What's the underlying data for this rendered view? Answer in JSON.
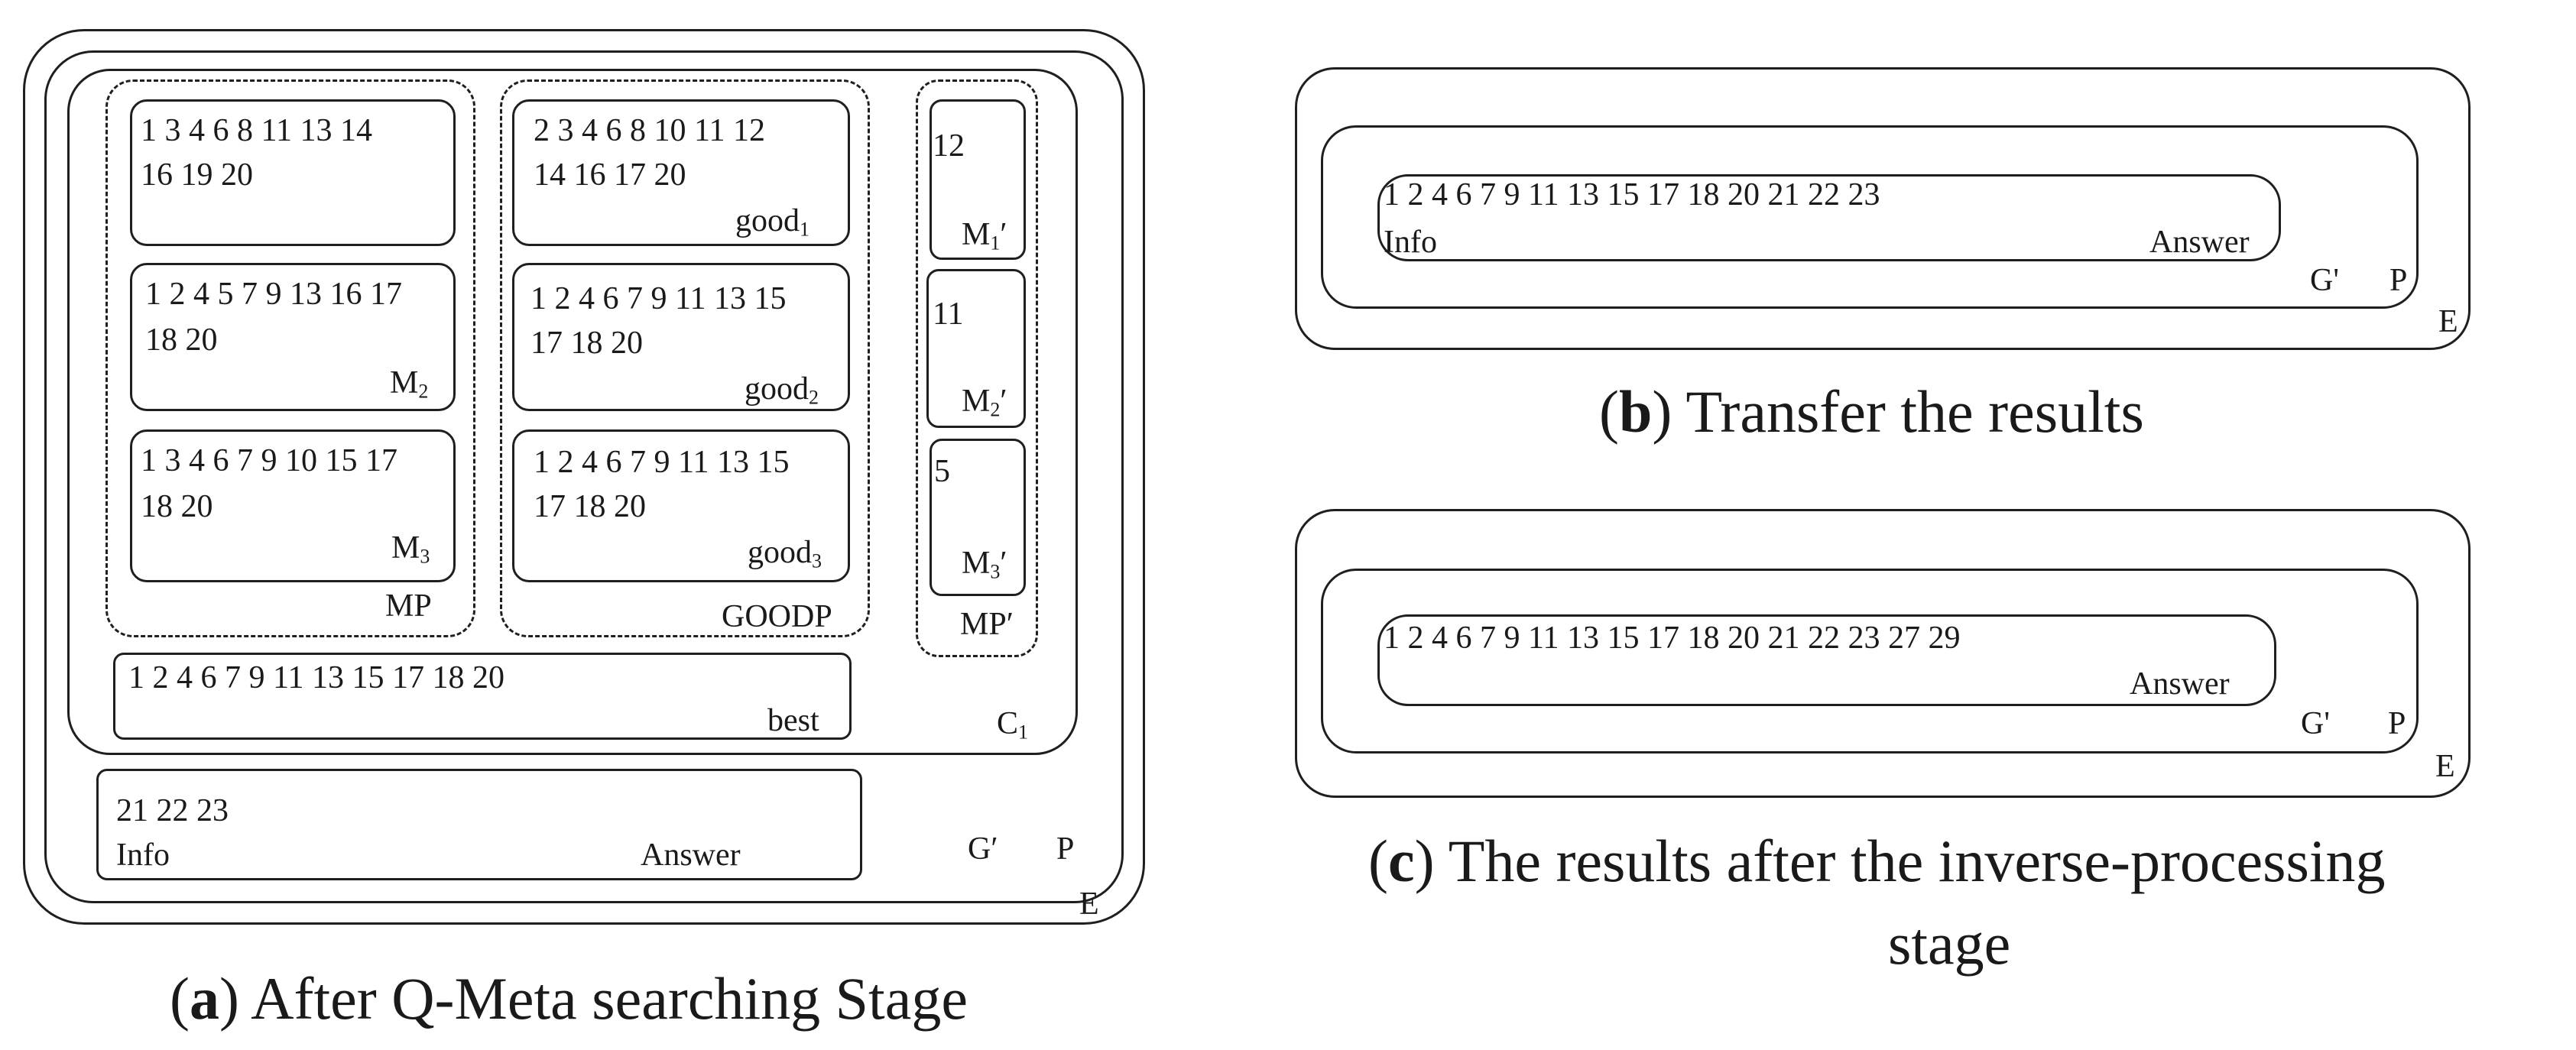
{
  "panel_a": {
    "caption_letter": "a",
    "caption_text": "After Q-Meta searching Stage",
    "mp": {
      "label": "MP",
      "boxes": [
        {
          "line1": "1 3 4 6 8 11 13 14",
          "line2": "16 19 20",
          "label": ""
        },
        {
          "line1": "1 2 4 5 7 9 13 16 17",
          "line2": "18 20",
          "label": "M",
          "sub": "2"
        },
        {
          "line1": "1 3 4 6 7 9 10 15 17",
          "line2": "18 20",
          "label": "M",
          "sub": "3"
        }
      ]
    },
    "goodp": {
      "label": "GOODP",
      "boxes": [
        {
          "line1": "2 3 4 6 8 10 11 12",
          "line2": "14 16 17 20",
          "label": "good",
          "sub": "1"
        },
        {
          "line1": "1 2 4 6 7 9 11 13 15",
          "line2": "17 18 20",
          "label": "good",
          "sub": "2"
        },
        {
          "line1": "1 2 4 6 7 9 11 13 15",
          "line2": "17 18 20",
          "label": "good",
          "sub": "3"
        }
      ]
    },
    "mp_prime": {
      "label": "MP′",
      "boxes": [
        {
          "value": "12",
          "label": "M",
          "sub": "1",
          "prime": "′"
        },
        {
          "value": "11",
          "label": "M",
          "sub": "2",
          "prime": "′"
        },
        {
          "value": "5",
          "label": "M",
          "sub": "3",
          "prime": "′"
        }
      ]
    },
    "best": {
      "values": "1 2 4 6 7 9 11 13 15 17 18 20",
      "label": "best"
    },
    "c1": {
      "label": "C",
      "sub": "1"
    },
    "info_box": {
      "values": "21 22 23",
      "info": "Info",
      "answer": "Answer"
    },
    "g_label": "G′",
    "p_label": "P",
    "e_label": "E"
  },
  "panel_b": {
    "caption_letter": "b",
    "caption_text": "Transfer the results",
    "values": "1 2 4 6 7 9 11 13 15 17 18 20 21 22 23",
    "info": "Info",
    "answer": "Answer",
    "g_label": "G'",
    "p_label": "P",
    "e_label": "E"
  },
  "panel_c": {
    "caption_letter": "c",
    "caption_line1": "The results after the inverse-processing",
    "caption_line2": "stage",
    "values": "1 2 4 6 7 9 11 13 15 17 18 20 21 22 23 27 29",
    "answer": "Answer",
    "g_label": "G'",
    "p_label": "P",
    "e_label": "E"
  }
}
